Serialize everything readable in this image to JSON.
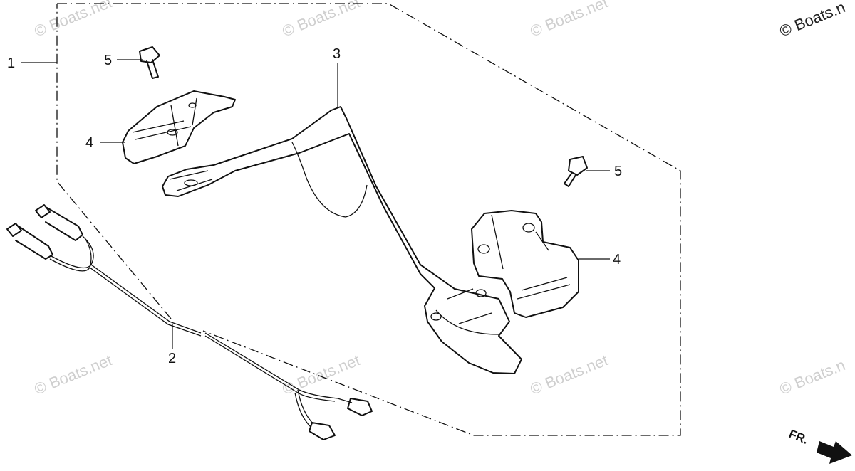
{
  "watermark": {
    "text": "© Boats.net",
    "edge_text": "© Boats.n"
  },
  "callouts": [
    {
      "id": "kit",
      "label": "1"
    },
    {
      "id": "harness",
      "label": "2"
    },
    {
      "id": "stay",
      "label": "3"
    },
    {
      "id": "holder-upper",
      "label": "4"
    },
    {
      "id": "holder-lower",
      "label": "4"
    },
    {
      "id": "bolt-upper",
      "label": "5"
    },
    {
      "id": "bolt-right",
      "label": "5"
    }
  ],
  "direction": {
    "label": "FR."
  },
  "colors": {
    "line": "#111111",
    "watermark": "#cfcfcf",
    "background": "#ffffff"
  }
}
